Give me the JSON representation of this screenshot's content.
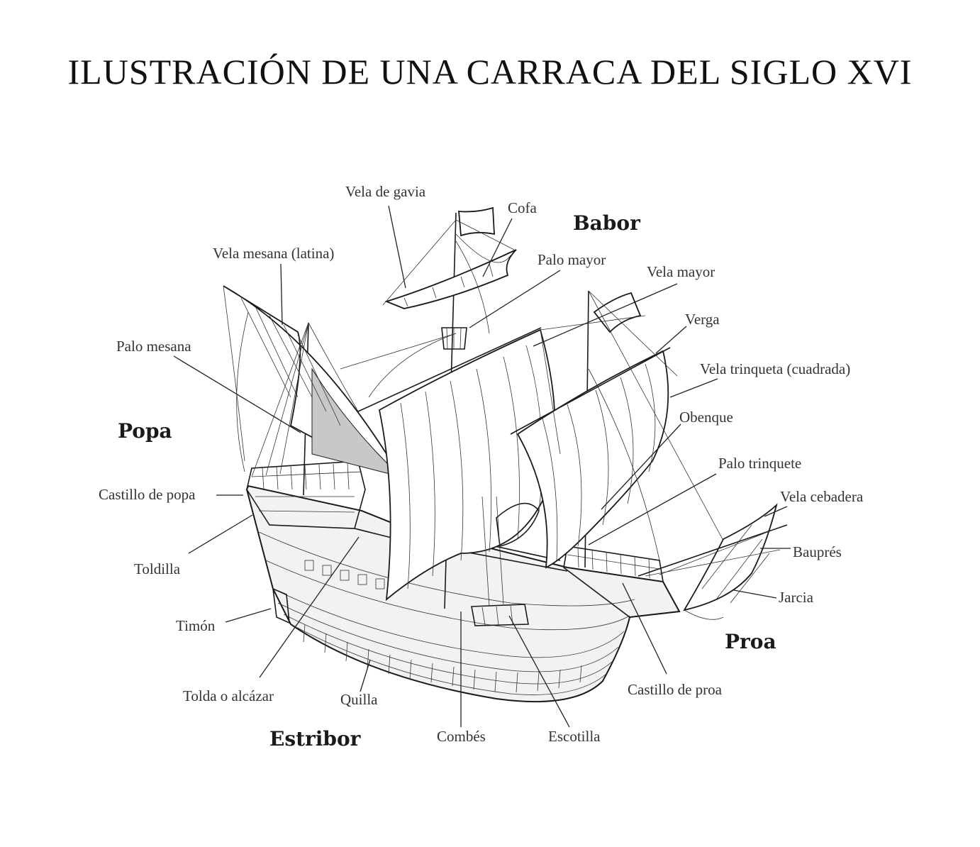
{
  "title": "ILUSTRACIÓN DE UNA CARRACA DEL SIGLO XVI",
  "directions": {
    "babor": "Babor",
    "popa": "Popa",
    "proa": "Proa",
    "estribor": "Estribor"
  },
  "labels": {
    "vela_de_gavia": "Vela de gavia",
    "cofa": "Cofa",
    "vela_mesana": "Vela mesana (latina)",
    "palo_mayor": "Palo mayor",
    "vela_mayor": "Vela mayor",
    "verga": "Verga",
    "palo_mesana": "Palo mesana",
    "vela_trinqueta": "Vela trinqueta (cuadrada)",
    "obenque": "Obenque",
    "palo_trinquete": "Palo trinquete",
    "vela_cebadera": "Vela cebadera",
    "castillo_de_popa": "Castillo de popa",
    "baupres": "Bauprés",
    "toldilla": "Toldilla",
    "jarcia": "Jarcia",
    "timon": "Timón",
    "tolda_alcazar": "Tolda o alcázar",
    "quilla": "Quilla",
    "castillo_de_proa": "Castillo de proa",
    "combes": "Combés",
    "escotilla": "Escotilla"
  }
}
